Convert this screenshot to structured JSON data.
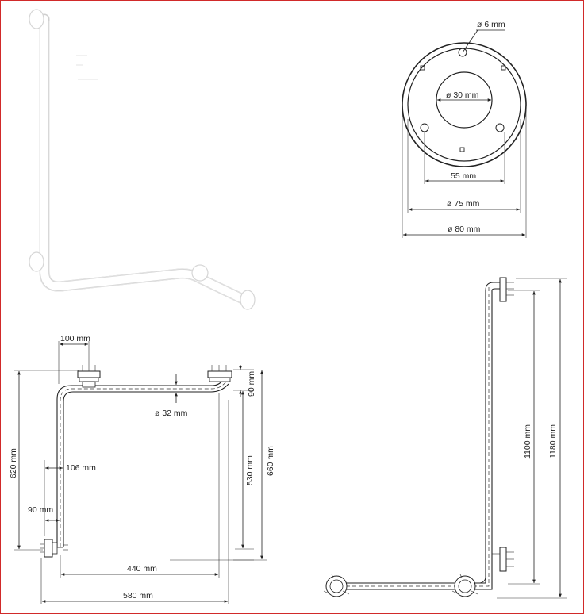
{
  "colors": {
    "border": "#d12a2a",
    "line": "#222222",
    "photo_bar": "#ffffff",
    "photo_shadow": "#c9c9c9"
  },
  "flange_drawing": {
    "hole_diameter": "ø 6 mm",
    "inner_diameter": "ø 30 mm",
    "hole_spacing": "55 mm",
    "plate_diameter": "ø 75 mm",
    "outer_diameter": "ø 80 mm"
  },
  "front_drawing": {
    "flange_offset": "100 mm",
    "tube_diameter": "ø 32 mm",
    "total_height": "620 mm",
    "wall_distance_1": "106 mm",
    "wall_distance_2": "90 mm",
    "inner_width": "440 mm",
    "total_width": "580 mm",
    "top_offset": "90 mm",
    "inner_height": "530 mm",
    "outer_height": "660 mm"
  },
  "side_drawing": {
    "inner_height": "1100 mm",
    "total_height": "1180 mm"
  }
}
